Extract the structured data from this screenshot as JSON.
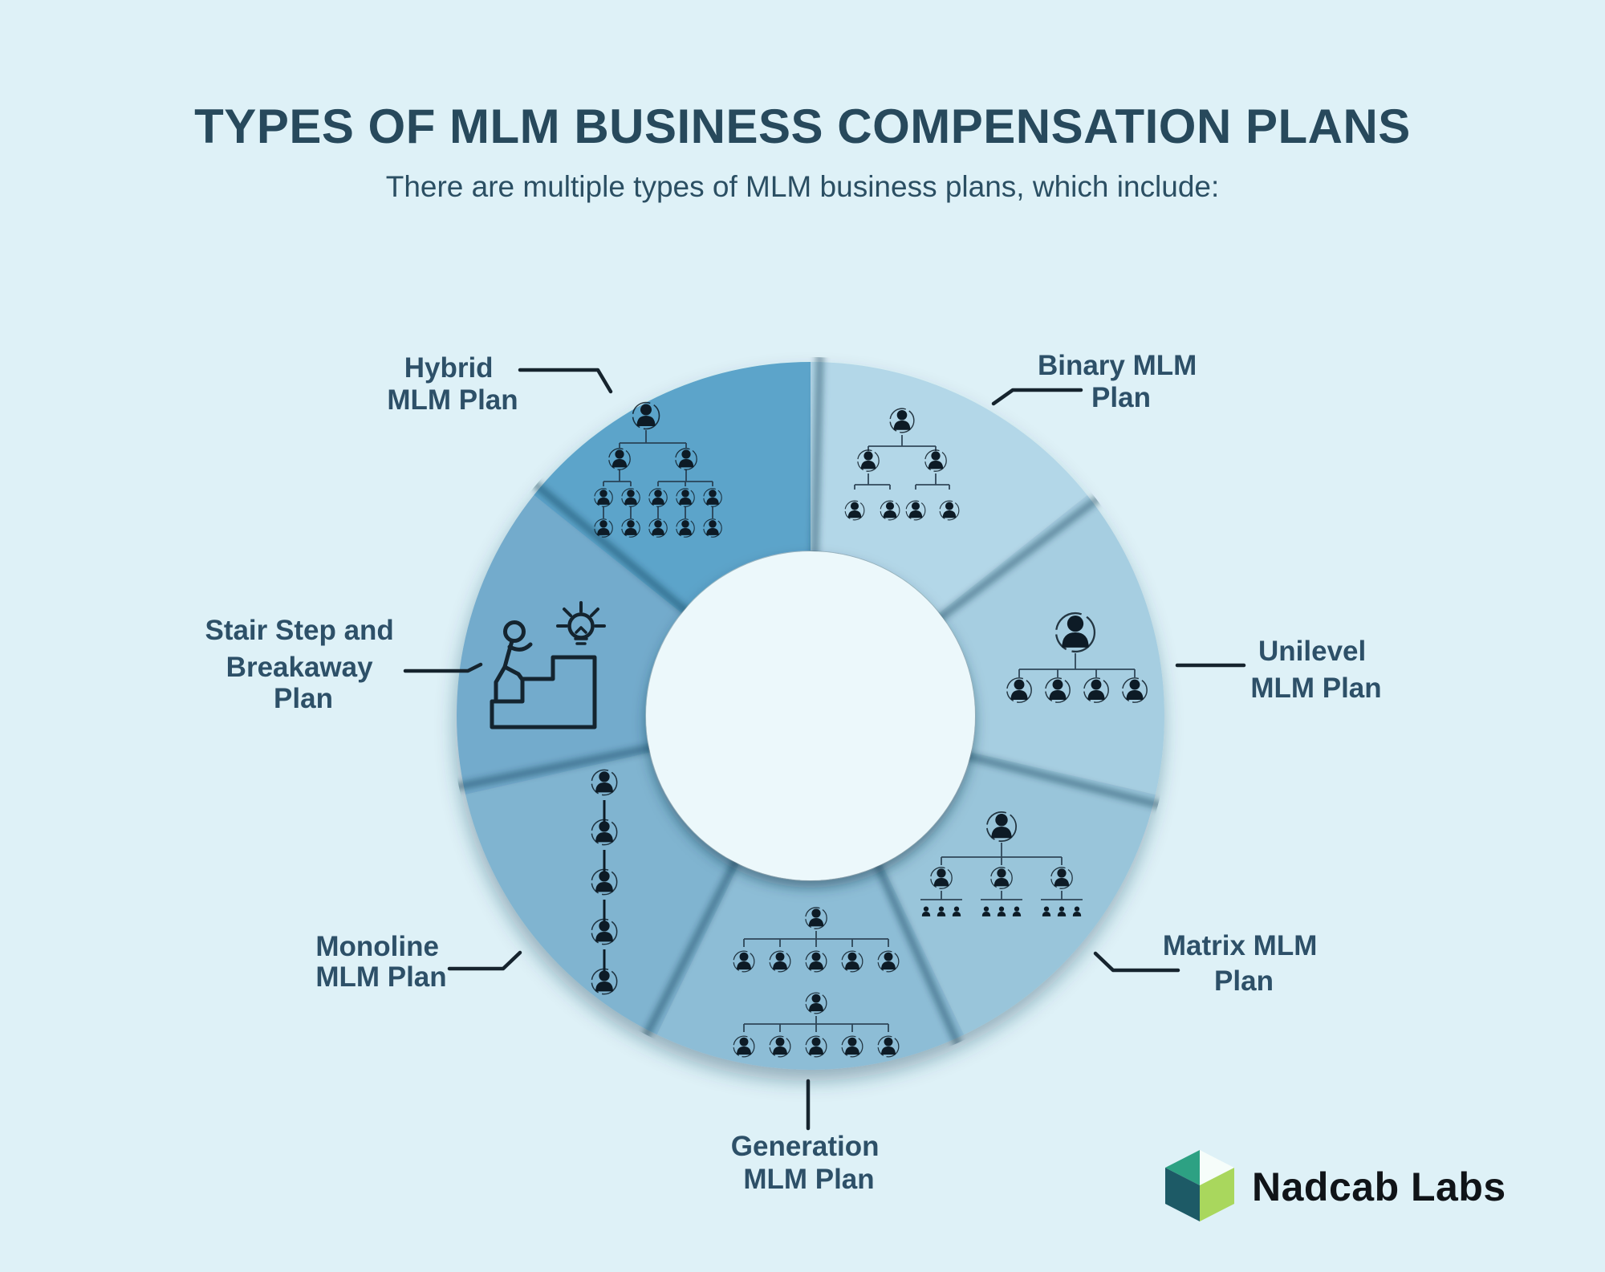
{
  "title": "TYPES OF MLM BUSINESS COMPENSATION PLANS",
  "subtitle": "There are multiple types of MLM business plans, which include:",
  "colors": {
    "background": "#def1f7",
    "inner_circle": "#ecf8fb",
    "title_text": "#27495c",
    "subtitle_text": "#2b4f63",
    "label_text": "#2d5068",
    "icon_dark": "#0d1b26",
    "connector_line": "#16242e"
  },
  "segments": [
    {
      "id": "binary",
      "label_lines": [
        "Binary MLM",
        "Plan"
      ],
      "color": "#b3d7e8",
      "icon": "binary-tree"
    },
    {
      "id": "unilevel",
      "label_lines": [
        "Unilevel",
        "MLM Plan"
      ],
      "color": "#a6cee1",
      "icon": "unilevel-tree"
    },
    {
      "id": "matrix",
      "label_lines": [
        "Matrix MLM",
        "Plan"
      ],
      "color": "#99c5da",
      "icon": "matrix-tree"
    },
    {
      "id": "generation",
      "label_lines": [
        "Generation",
        "MLM Plan"
      ],
      "color": "#8dbdd6",
      "icon": "generation-tree"
    },
    {
      "id": "monoline",
      "label_lines": [
        "Monoline",
        "MLM Plan"
      ],
      "color": "#80b4d0",
      "icon": "monoline-chain"
    },
    {
      "id": "stairstep",
      "label_lines": [
        "Stair Step and",
        "Breakaway",
        "Plan"
      ],
      "color": "#73abcc",
      "icon": "stairs-person-bulb"
    },
    {
      "id": "hybrid",
      "label_lines": [
        "Hybrid",
        "MLM Plan"
      ],
      "color": "#5ca4ca",
      "icon": "hybrid-tree"
    }
  ],
  "brand": {
    "name": "Nadcab Labs",
    "logo_colors": {
      "green": "#2da183",
      "dark_teal": "#1d5a66",
      "white": "#f6fdfa",
      "light_green": "#a9d75d"
    }
  }
}
